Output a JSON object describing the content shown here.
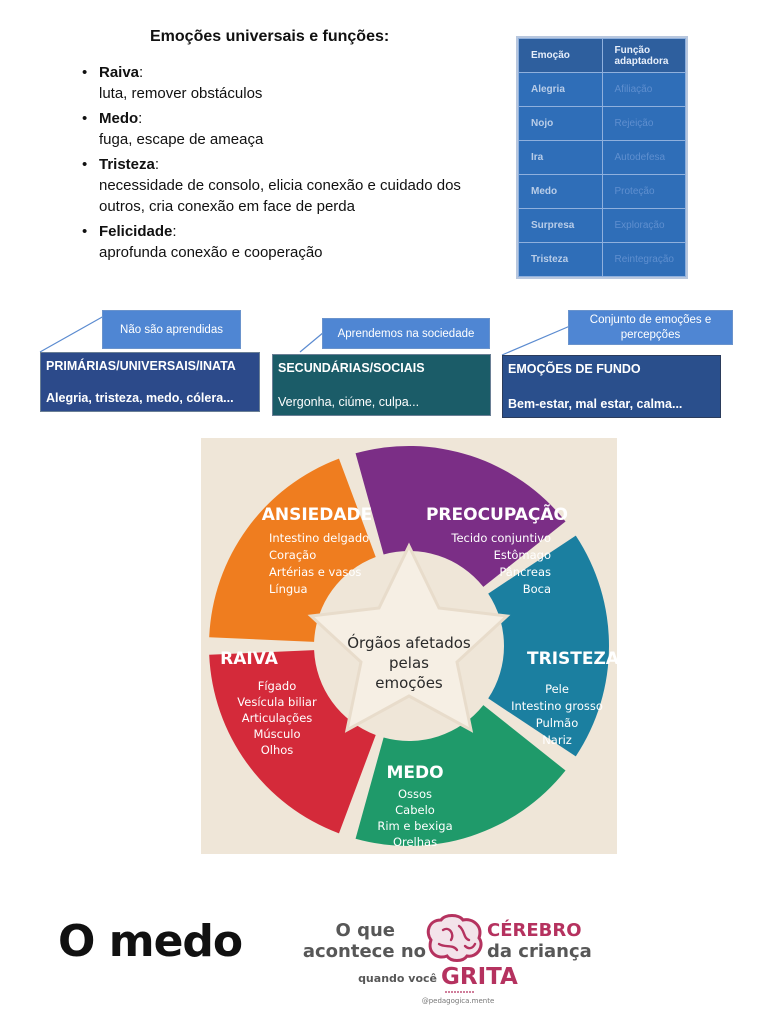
{
  "list": {
    "title": "Emoções universais e funções:",
    "items": [
      {
        "term": "Raiva",
        "desc": "luta, remover obstáculos"
      },
      {
        "term": "Medo",
        "desc": "fuga, escape de ameaça"
      },
      {
        "term": "Tristeza",
        "desc": "necessidade de consolo, elicia conexão e cuidado dos outros, cria conexão em face de perda"
      },
      {
        "term": "Felicidade",
        "desc": "aprofunda conexão e cooperação"
      }
    ]
  },
  "table": {
    "headers": [
      "Emoção",
      "Função adaptadora"
    ],
    "rows": [
      [
        "Alegria",
        "Afiliação"
      ],
      [
        "Nojo",
        "Rejeição"
      ],
      [
        "Ira",
        "Autodefesa"
      ],
      [
        "Medo",
        "Proteção"
      ],
      [
        "Surpresa",
        "Exploração"
      ],
      [
        "Tristeza",
        "Reintegração"
      ]
    ]
  },
  "categories": {
    "primary": {
      "callout": "Não são aprendidas",
      "title": "PRIMÁRIAS/UNIVERSAIS/INATA",
      "examples": "Alegria, tristeza, medo, cólera..."
    },
    "secondary": {
      "callout": "Aprendemos na sociedade",
      "title": "SECUNDÁRIAS/SOCIAIS",
      "examples": "Vergonha, ciúme, culpa..."
    },
    "background": {
      "callout": "Conjunto de emoções e percepções",
      "title": "EMOÇÕES DE FUNDO",
      "examples": "Bem-estar, mal estar, calma..."
    }
  },
  "diagram": {
    "center": [
      "Órgãos afetados",
      "pelas",
      "emoções"
    ],
    "segments": {
      "ansiedade": {
        "title": "ANSIEDADE",
        "items": [
          "Intestino delgado",
          "Coração",
          "Artérias e vasos",
          "Língua"
        ],
        "color": "#d42a3a"
      },
      "preocupacao": {
        "title": "PREOCUPAÇÃO",
        "items": [
          "Tecido conjuntivo",
          "Estômago",
          "Pâncreas",
          "Boca"
        ],
        "color": "#ef7d1f"
      },
      "tristeza": {
        "title": "TRISTEZA",
        "items": [
          "Pele",
          "Intestino grosso",
          "Pulmão",
          "Nariz"
        ],
        "color": "#7b2e86"
      },
      "medo": {
        "title": "MEDO",
        "items": [
          "Ossos",
          "Cabelo",
          "Rim e bexiga",
          "Orelhas"
        ],
        "color": "#1b7fa0"
      },
      "raiva": {
        "title": "RAIVA",
        "items": [
          "Fígado",
          "Vesícula biliar",
          "Articulações",
          "Músculo",
          "Olhos"
        ],
        "color": "#1f9a6a"
      }
    }
  },
  "bottom": {
    "heading": "O medo",
    "banner": {
      "line1a": "O que",
      "line1b": "CÉREBRO",
      "line2a": "acontece no",
      "line2b": "da criança",
      "line3a": "quando você",
      "line3b": "GRITA",
      "handle": "@pedagogica.mente"
    }
  },
  "icons": [
    "brain-icon"
  ]
}
